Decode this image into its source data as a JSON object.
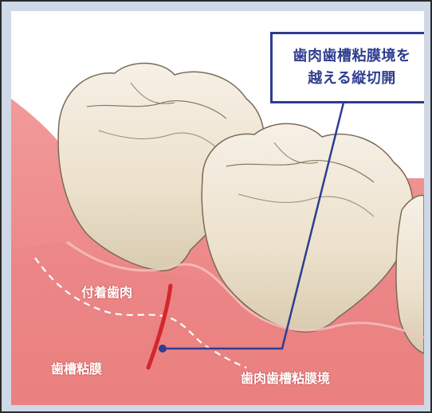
{
  "callout": {
    "line1": "歯肉歯槽粘膜境を",
    "line2": "越える縦切開"
  },
  "labels": {
    "attached_gingiva": "付着歯肉",
    "alveolar_mucosa": "歯槽粘膜",
    "mucogingival_junction": "歯肉歯槽粘膜境"
  },
  "colors": {
    "frame_bg": "#cfd8e6",
    "accent_navy": "#2e3d8f",
    "incision_red": "#d5262d",
    "gingiva_pink": "#ef8a8a",
    "tooth_ivory": "#efe6d4"
  }
}
